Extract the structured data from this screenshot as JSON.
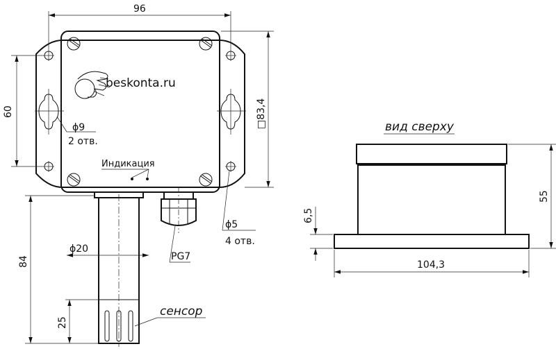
{
  "front_view": {
    "brand": "beskonta.ru",
    "indicator_label": "Индикация",
    "hole_large_diameter": "ϕ9",
    "hole_large_count": "2 отв.",
    "hole_small_diameter": "ϕ5",
    "hole_small_count": "4 отв.",
    "gland_label": "PG7",
    "probe_diameter": "ϕ20",
    "sensor_label": "сенсор",
    "dim_width": "96",
    "dim_height_holes": "60",
    "dim_height_body": "□83,4",
    "dim_probe_length": "84",
    "dim_sensor_length": "25"
  },
  "top_view": {
    "title": "вид сверху",
    "dim_height": "55",
    "dim_flange": "6,5",
    "dim_width": "104,3"
  },
  "colors": {
    "line": "#111111",
    "background": "#ffffff"
  }
}
